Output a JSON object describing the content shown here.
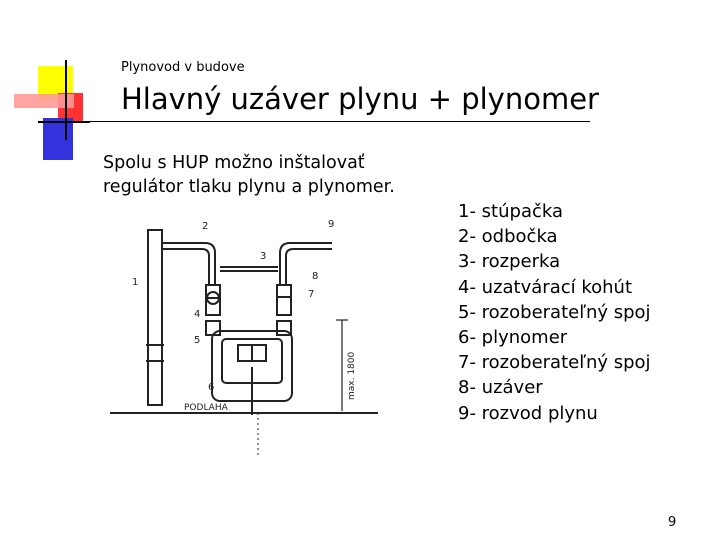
{
  "header": {
    "supertitle": "Plynovod v budove",
    "title": "Hlavný uzáver plynu + plynomer"
  },
  "intro": {
    "line1": "Spolu s HUP možno inštalovať",
    "line2": "regulátor tlaku plynu a plynomer."
  },
  "legend": [
    "1- stúpačka",
    "2- odbočka",
    "3- rozperka",
    "4- uzatvárací kohút",
    "5- rozoberateľný spoj",
    "6- plynomer",
    "7- rozoberateľný spoj",
    "8- uzáver",
    "9- rozvod plynu"
  ],
  "diagram": {
    "numbers": [
      "1",
      "2",
      "3",
      "4",
      "5",
      "6",
      "7",
      "8",
      "9"
    ],
    "floor_label": "PODLAHA",
    "height_label": "max. 1800"
  },
  "page_number": "9",
  "colors": {
    "accent_yellow": "#ffff00",
    "accent_red": "#ff3333",
    "accent_blue": "#3333dd",
    "accent_pink": "#ff9999"
  }
}
